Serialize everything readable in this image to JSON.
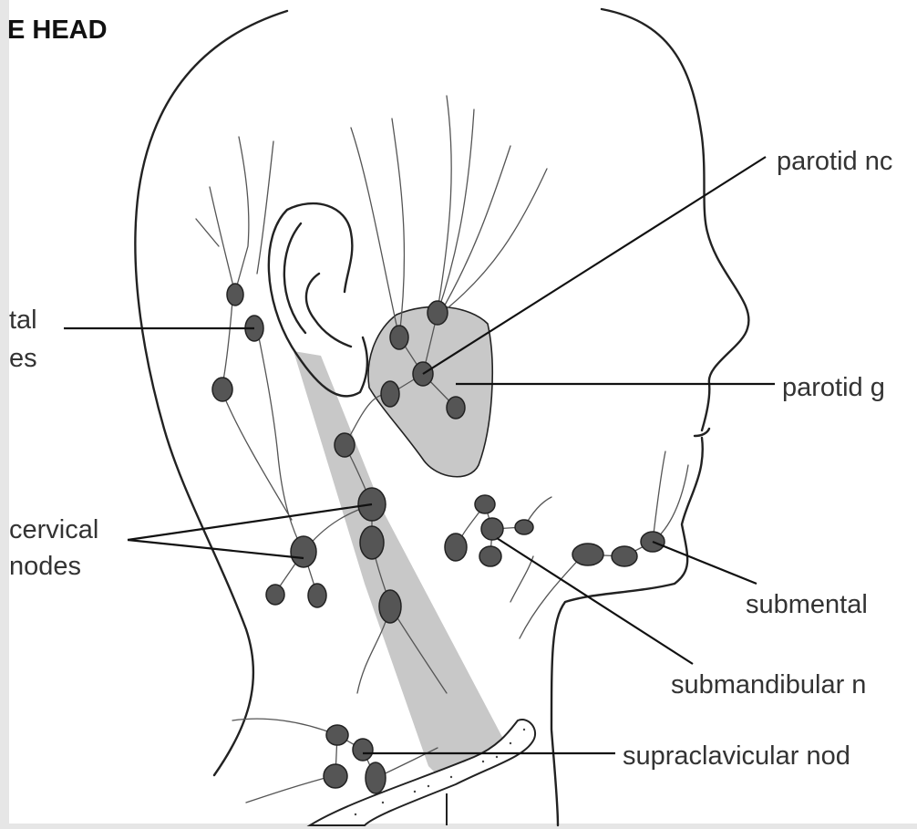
{
  "title": "E HEAD",
  "labels": {
    "parotid_nodes": "parotid nc",
    "parotid_gland": "parotid g",
    "submental": "submental",
    "submandibular": "submandibular n",
    "supraclavicular": "supraclavicular nod",
    "occipital_line1": "tal",
    "occipital_line2": "es",
    "cervical_line1": "cervical",
    "cervical_line2": "nodes"
  },
  "colors": {
    "node_fill": "#555555",
    "gland_fill": "#c8c8c8",
    "muscle_fill": "#c8c8c8",
    "outline": "#222222",
    "frame": "#e6e6e6"
  }
}
